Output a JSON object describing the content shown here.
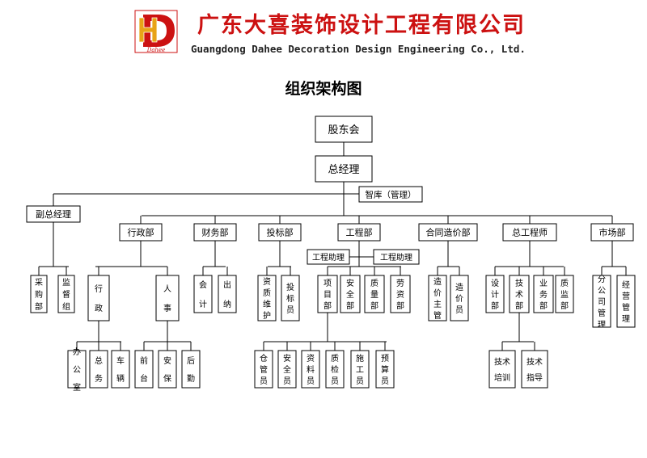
{
  "header": {
    "logo_text": "Dahee",
    "company_cn": "广东大喜装饰设计工程有限公司",
    "company_en": "Guangdong Dahee Decoration Design Engineering Co., Ltd."
  },
  "chart_title": "组织架构图",
  "colors": {
    "accent": "#cc1111",
    "line": "#000000",
    "box_border": "#000000"
  },
  "org": {
    "shareholders": "股东会",
    "general_manager": "总经理",
    "think_tank": "智库（管理）",
    "deputy_gm": {
      "label": "副总经理",
      "children": [
        "采购部",
        "监督组"
      ]
    },
    "departments": [
      {
        "label": "行政部",
        "units": [
          {
            "label": "行政",
            "children": [
              "办公室",
              "总务",
              "车辆"
            ]
          },
          {
            "label": "人事",
            "children": [
              "前台",
              "安保",
              "后勤"
            ]
          }
        ]
      },
      {
        "label": "财务部",
        "units": [
          {
            "label": "会计"
          },
          {
            "label": "出纳"
          }
        ]
      },
      {
        "label": "投标部",
        "units": [
          {
            "label": "资质维护"
          },
          {
            "label": "投标员"
          }
        ]
      },
      {
        "label": "工程部",
        "assistants": [
          "工程助理",
          "工程助理"
        ],
        "units": [
          {
            "label": "项目部",
            "children": [
              "仓管员",
              "安全员",
              "资料员",
              "质检员",
              "施工员",
              "预算员"
            ]
          },
          {
            "label": "安全部"
          },
          {
            "label": "质量部"
          },
          {
            "label": "劳资部"
          }
        ]
      },
      {
        "label": "合同造价部",
        "units": [
          {
            "label": "造价主管"
          },
          {
            "label": "造价员"
          }
        ]
      },
      {
        "label": "总工程师",
        "units": [
          {
            "label": "设计部"
          },
          {
            "label": "技术部",
            "children": [
              "技术培训",
              "技术指导"
            ]
          },
          {
            "label": "业务部"
          },
          {
            "label": "质监部"
          }
        ]
      },
      {
        "label": "市场部",
        "units": [
          {
            "label": "分公司管理"
          },
          {
            "label": "经营管理"
          }
        ]
      }
    ]
  }
}
